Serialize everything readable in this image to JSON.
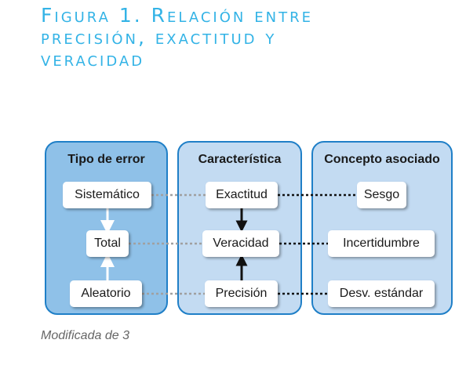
{
  "title": {
    "line1": "Figura 1. Relación entre",
    "line2": "precisión, exactitud y",
    "line3": "veracidad"
  },
  "columns": [
    {
      "header": "Tipo de error"
    },
    {
      "header": "Característica"
    },
    {
      "header": "Concepto asociado"
    }
  ],
  "nodes": {
    "sistematico": "Sistemático",
    "total": "Total",
    "aleatorio": "Aleatorio",
    "exactitud": "Exactitud",
    "veracidad": "Veracidad",
    "precision": "Precisión",
    "sesgo": "Sesgo",
    "incertidumbre": "Incertidumbre",
    "desv_estandar": "Desv. estándar"
  },
  "caption": "Modificada de 3",
  "colors": {
    "title": "#33b3e6",
    "panel_border": "#1f7fc7",
    "panel_left_fill": "#8fc1e8",
    "panel_fill": "#c3dbf2",
    "link_gray": "#a0a0a0",
    "link_dark": "#111111"
  }
}
